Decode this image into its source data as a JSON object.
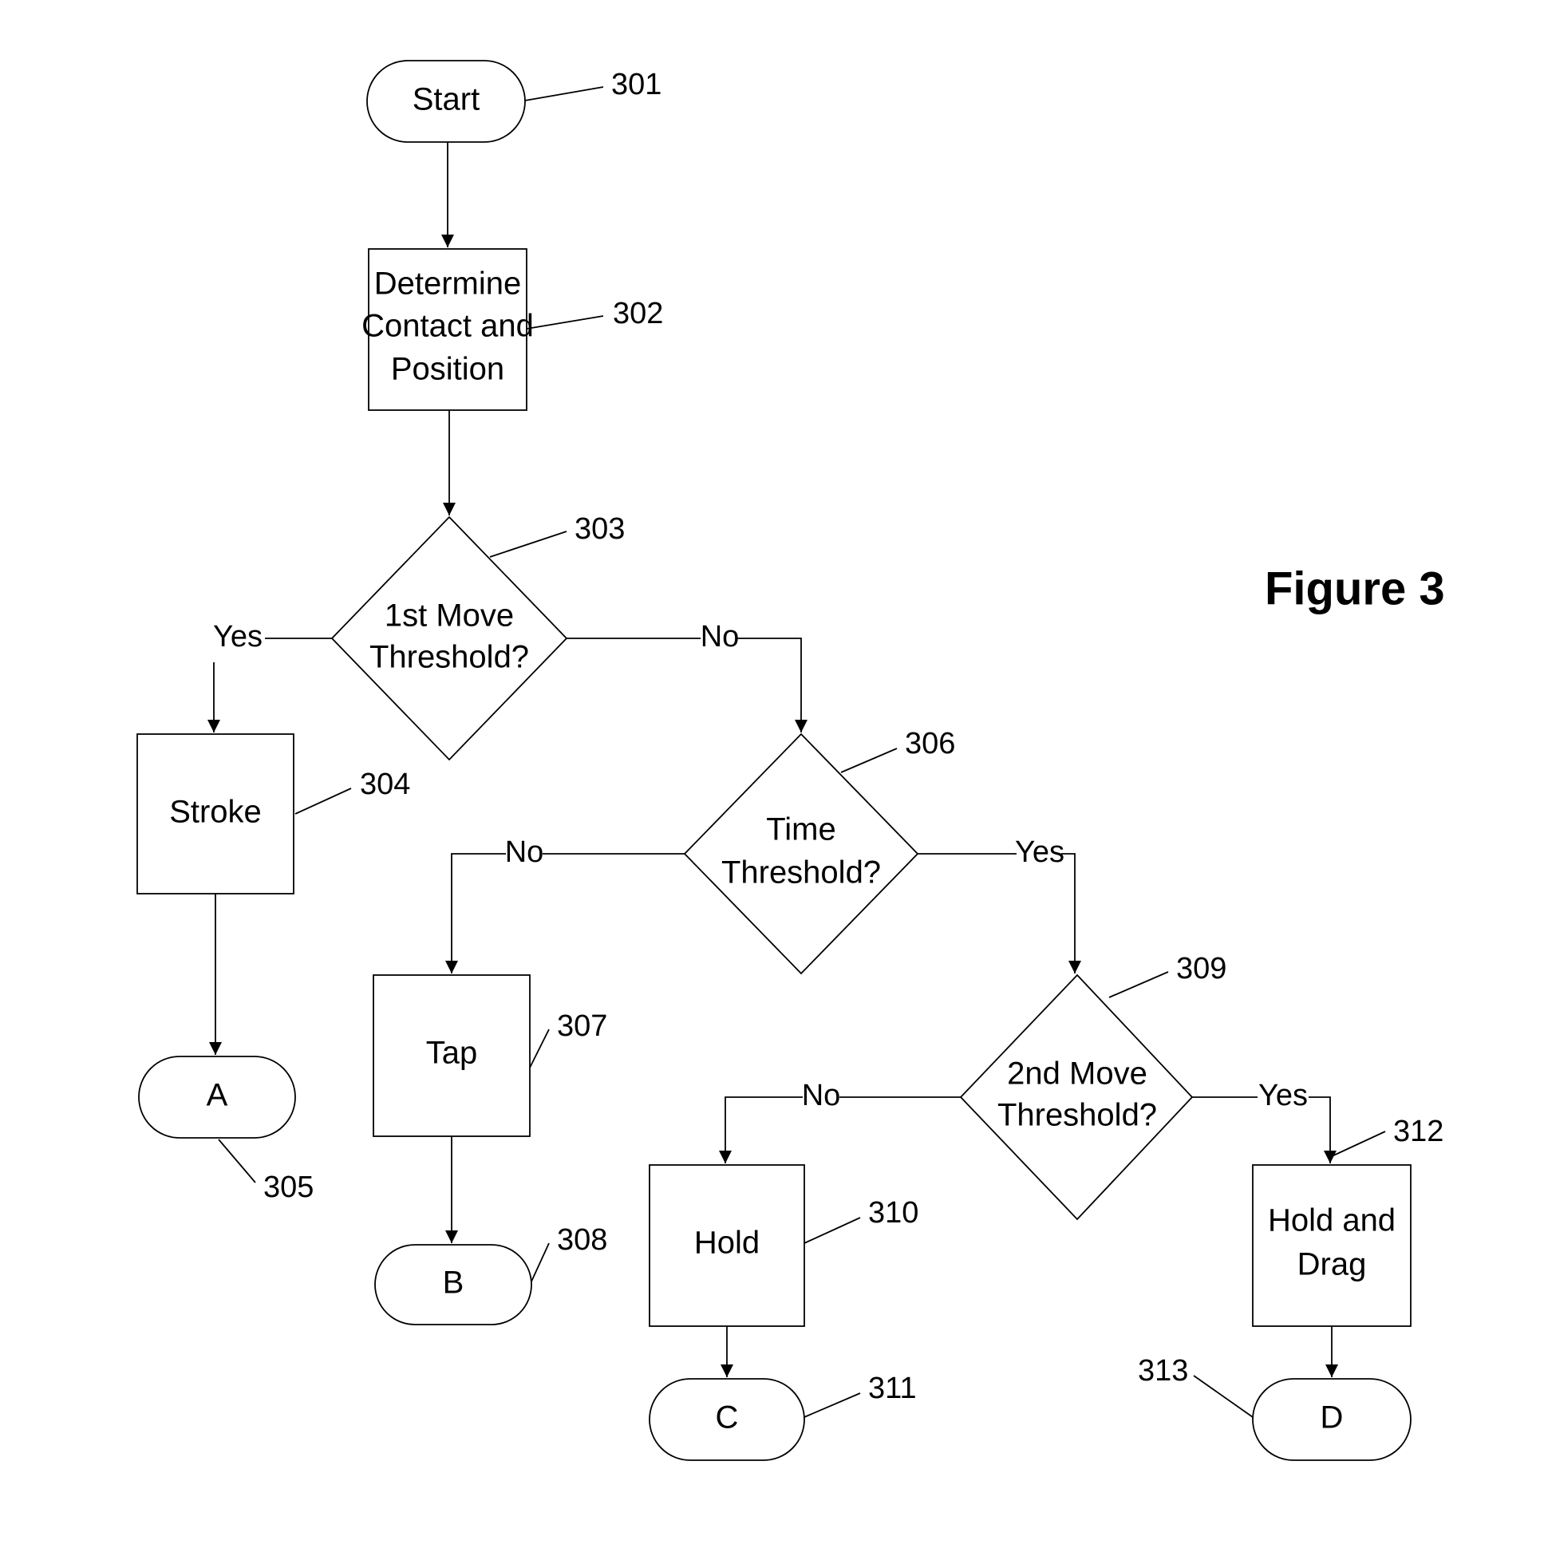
{
  "figure_title": "Figure 3",
  "nodes": {
    "start": {
      "lines": [
        "Start"
      ],
      "ref": "301"
    },
    "determine": {
      "lines": [
        "Determine",
        "Contact and",
        "Position"
      ],
      "ref": "302"
    },
    "first_move": {
      "lines": [
        "1st Move",
        "Threshold?"
      ],
      "ref": "303"
    },
    "stroke": {
      "lines": [
        "Stroke"
      ],
      "ref": "304"
    },
    "a": {
      "lines": [
        "A"
      ],
      "ref": "305"
    },
    "time": {
      "lines": [
        "Time",
        "Threshold?"
      ],
      "ref": "306"
    },
    "tap": {
      "lines": [
        "Tap"
      ],
      "ref": "307"
    },
    "b": {
      "lines": [
        "B"
      ],
      "ref": "308"
    },
    "second_move": {
      "lines": [
        "2nd Move",
        "Threshold?"
      ],
      "ref": "309"
    },
    "hold": {
      "lines": [
        "Hold"
      ],
      "ref": "310"
    },
    "c": {
      "lines": [
        "C"
      ],
      "ref": "311"
    },
    "hold_drag": {
      "lines": [
        "Hold and",
        "Drag"
      ],
      "ref": "312"
    },
    "d": {
      "lines": [
        "D"
      ],
      "ref": "313"
    }
  },
  "edges": {
    "first_yes": "Yes",
    "first_no": "No",
    "time_no": "No",
    "time_yes": "Yes",
    "second_no": "No",
    "second_yes": "Yes"
  },
  "colors": {
    "stroke": "#000000",
    "background": "#ffffff"
  }
}
